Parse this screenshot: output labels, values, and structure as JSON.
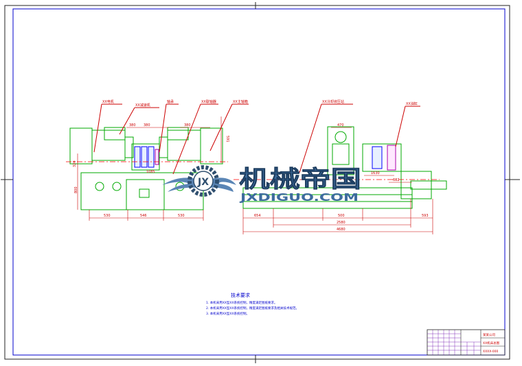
{
  "drawing": {
    "watermark": {
      "cn_text": "机械帝国",
      "en_text": "JXDIGUO.COM",
      "emblem_letters": "JX"
    },
    "notes": {
      "title": "技术要求",
      "items": [
        "1. 本机采用XX型XX系统控制，精度满足图纸要求。",
        "2. 本机采用XX型XX系统控制，精度满足图纸要求及相关技术规范。",
        "3. 本机采用XX型XX系统控制。"
      ]
    },
    "left_view": {
      "callouts": [
        "XX电机",
        "XX减速机",
        "轴承",
        "XX联轴器",
        "XX主轴箱"
      ],
      "dims_top": [
        "380",
        "380",
        "380"
      ],
      "dims_side": [
        "320",
        "800",
        "591",
        "1085"
      ],
      "dims_bottom": [
        "530",
        "546",
        "530"
      ]
    },
    "right_view": {
      "callouts": [
        "XX冷却液压站",
        "XX油缸"
      ],
      "dims_top": [
        "470",
        "1630",
        "632"
      ],
      "dims_bottom": [
        "654",
        "500",
        "2580",
        "4680",
        "593"
      ]
    },
    "title_block": {
      "company": "某某公司",
      "drawing_name": "XX机床总图",
      "drawing_no": "XXXX-000"
    }
  }
}
